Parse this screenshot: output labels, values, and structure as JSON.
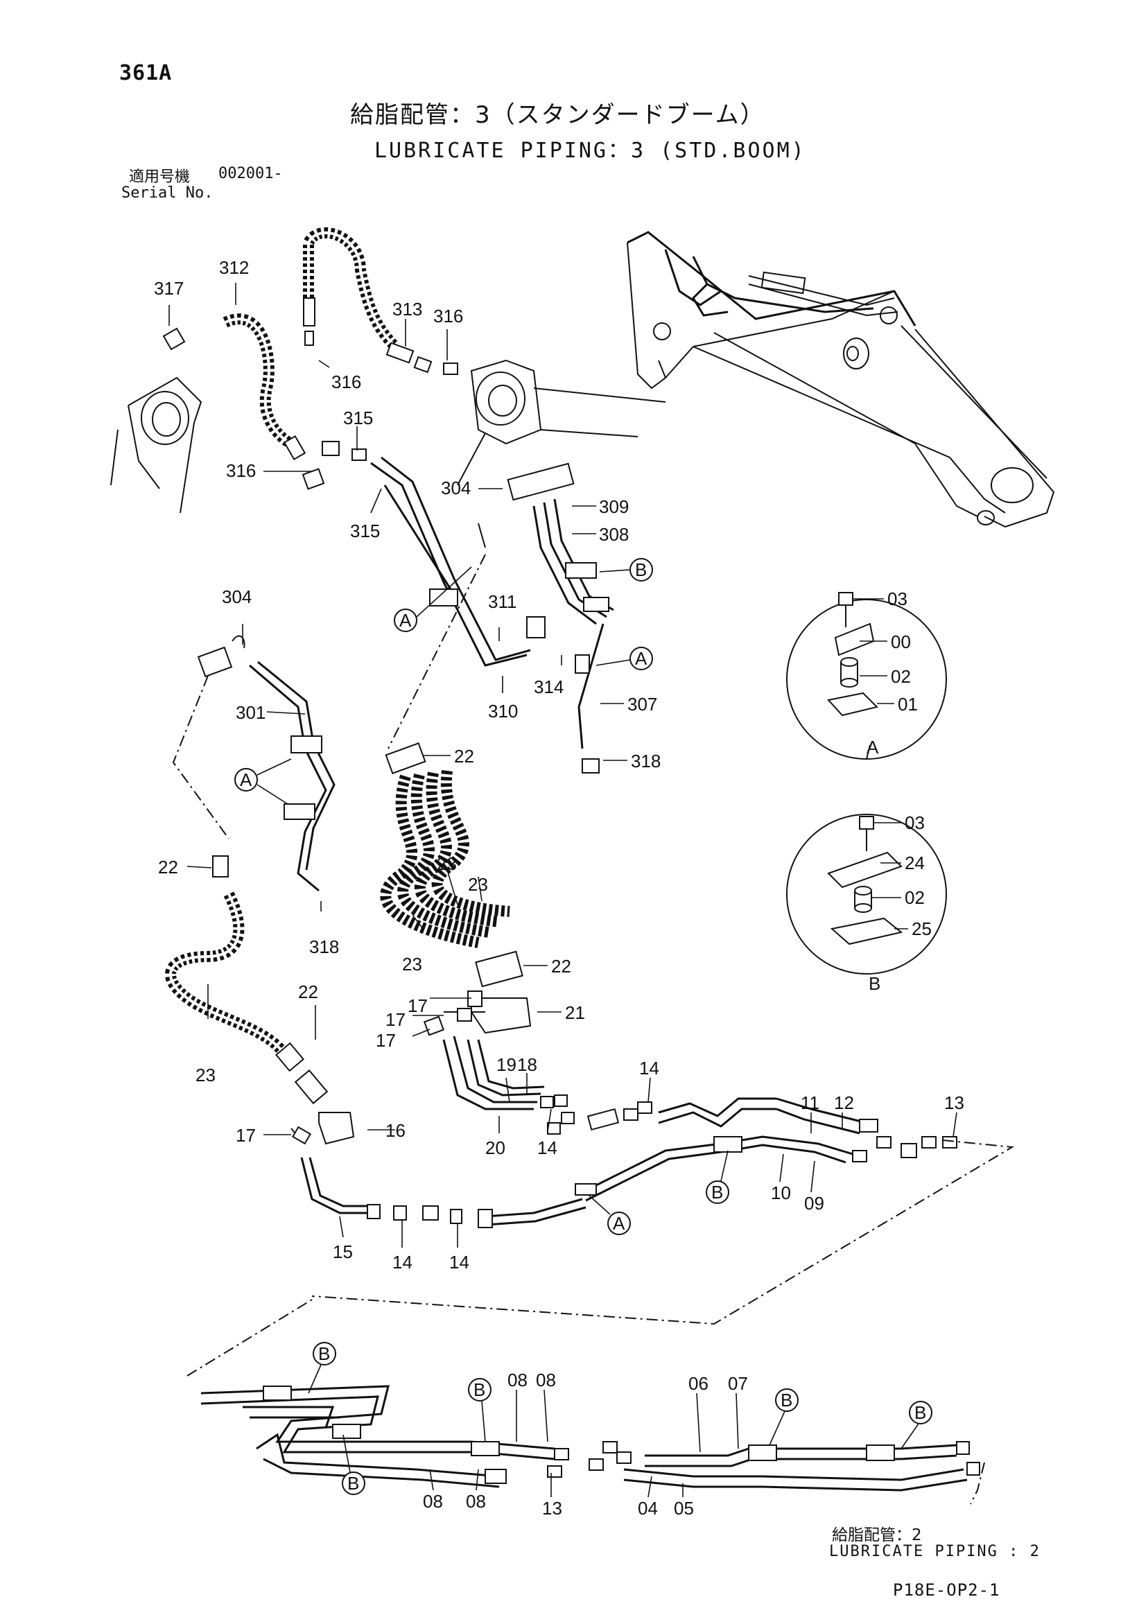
{
  "header": {
    "page_code": "361A",
    "title_ja": "給脂配管：3（スタンダードブーム）",
    "title_en": "LUBRICATE PIPING：3 (STD.BOOM)",
    "serial_label_ja": "適用号機",
    "serial_value": "002001-",
    "serial_label_en": "Serial No."
  },
  "footer": {
    "sub_title_ja": "給脂配管：2",
    "sub_title_en": "LUBRICATE PIPING : 2",
    "doc_code": "P18E-OP2-1"
  },
  "callouts": {
    "c317": "317",
    "c312": "312",
    "c313": "313",
    "c316a": "316",
    "c316b": "316",
    "c316c": "316",
    "c315a": "315",
    "c315b": "315",
    "c304a": "304",
    "c304b": "304",
    "c309": "309",
    "c308": "308",
    "c311": "311",
    "c310": "310",
    "c314": "314",
    "c307": "307",
    "c318a": "318",
    "c318b": "318",
    "c301": "301",
    "c22a": "22",
    "c22b": "22",
    "c22c": "22",
    "c22d": "22",
    "c23a": "23",
    "c23b": "23",
    "c23c": "23",
    "c23d": "23",
    "c21": "21",
    "c17a": "17",
    "c17b": "17",
    "c17c": "17",
    "c17d": "17",
    "c19": "19",
    "c18": "18",
    "c20": "20",
    "c16": "16",
    "c15": "15",
    "c14a": "14",
    "c14b": "14",
    "c14c": "14",
    "c14d": "14",
    "c11": "11",
    "c12": "12",
    "c13a": "13",
    "c13b": "13",
    "c10": "10",
    "c09": "09",
    "c08a": "08",
    "c08b": "08",
    "c08c": "08",
    "c08d": "08",
    "c06": "06",
    "c07": "07",
    "c04": "04",
    "c05": "05"
  },
  "detail_a": {
    "label": "A",
    "parts": [
      "03",
      "00",
      "02",
      "01"
    ]
  },
  "detail_b": {
    "label": "B",
    "parts": [
      "03",
      "24",
      "02",
      "25"
    ]
  },
  "ref_markers": {
    "a": "A",
    "b": "B"
  }
}
